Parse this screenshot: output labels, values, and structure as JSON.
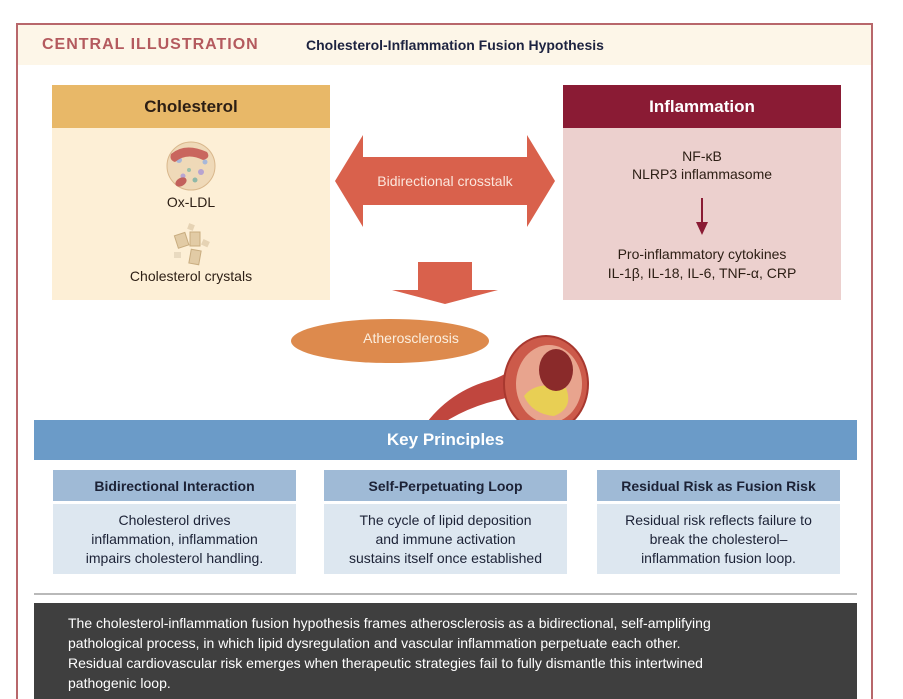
{
  "header": {
    "label": "CENTRAL ILLUSTRATION",
    "title": "Cholesterol-Inflammation Fusion Hypothesis"
  },
  "cholesterol": {
    "title": "Cholesterol",
    "items": [
      {
        "label": "Ox-LDL",
        "icon": "oxldl-particle-icon"
      },
      {
        "label": "Cholesterol crystals",
        "icon": "cholesterol-crystals-icon"
      }
    ]
  },
  "inflammation": {
    "title": "Inflammation",
    "upstream": [
      "NF-κB",
      "NLRP3 inflammasome"
    ],
    "downstream": [
      "Pro-inflammatory cytokines",
      "IL-1β, IL-18, IL-6, TNF-α, CRP"
    ]
  },
  "crosstalk": {
    "label": "Bidirectional crosstalk"
  },
  "outcome": {
    "label": "Atherosclerosis",
    "icon": "artery-plaque-icon"
  },
  "key_principles": {
    "title": "Key Principles",
    "cards": [
      {
        "title": "Bidirectional Interaction",
        "lines": [
          "Cholesterol drives",
          "inflammation, inflammation",
          "impairs cholesterol handling."
        ]
      },
      {
        "title": "Self-Perpetuating Loop",
        "lines": [
          "The cycle of lipid deposition",
          "and immune activation",
          "sustains itself once established"
        ]
      },
      {
        "title": "Residual Risk as Fusion Risk",
        "lines": [
          "Residual risk reflects failure to",
          "break the cholesterol–",
          "inflammation fusion loop."
        ]
      }
    ]
  },
  "summary": {
    "lines": [
      "The cholesterol-inflammation fusion hypothesis frames atherosclerosis as a bidirectional, self-amplifying",
      "pathological process, in which lipid dysregulation and vascular inflammation perpetuate each other.",
      "Residual cardiovascular risk emerges when therapeutic strategies fail to fully dismantle this intertwined",
      "pathogenic loop."
    ]
  },
  "colors": {
    "frame_border": "#b8676b",
    "header_label": "#b45a5e",
    "cholesterol_head": "#e8b868",
    "cholesterol_body": "#fdefd6",
    "inflammation_head": "#8a1b34",
    "inflammation_body": "#ecd0ce",
    "crosstalk_arrow": "#d9614c",
    "atherosclerosis": "#dd8a4d",
    "key_principles_bar": "#6b9bc8",
    "card_head": "#9fbad6",
    "card_body": "#dde7f0",
    "summary_bg": "#3f3f3f"
  }
}
